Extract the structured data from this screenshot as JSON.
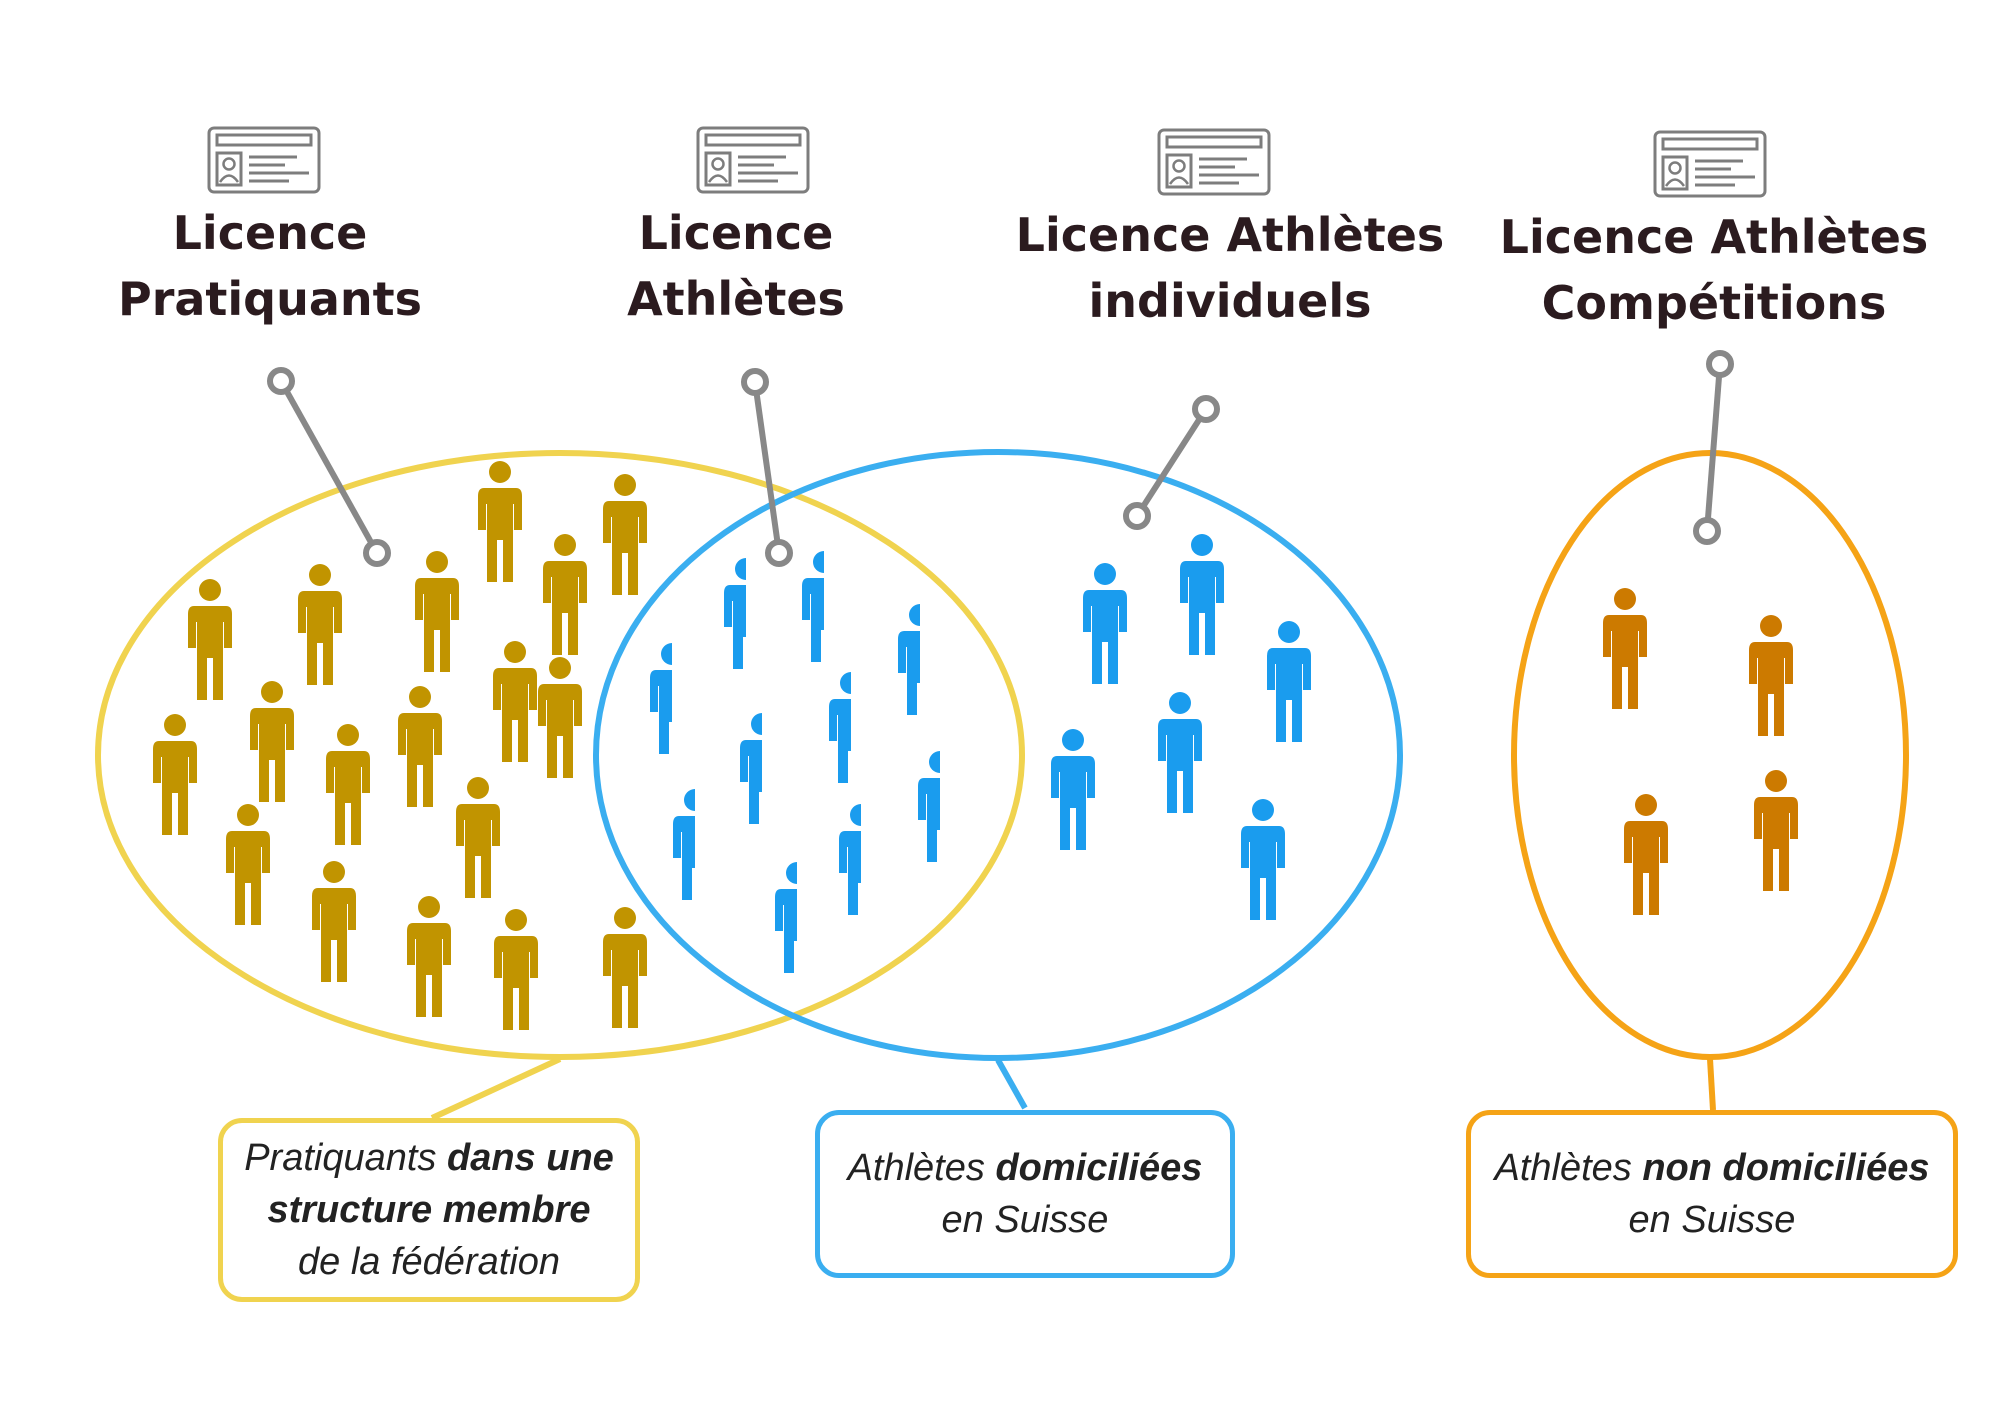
{
  "colors": {
    "pratiquants": "#f0d34f",
    "athletes": "#3aaef0",
    "competitions": "#f5a316",
    "person_gold": "#c19400",
    "person_blue": "#1a9cee",
    "person_orange": "#cc7a00",
    "connector": "#888888",
    "title_text": "#2b1b1f"
  },
  "titles": [
    {
      "line1": "Licence",
      "line2": "Pratiquants"
    },
    {
      "line1": "Licence",
      "line2": "Athlètes"
    },
    {
      "line1": "Licence Athlètes",
      "line2": "individuels"
    },
    {
      "line1": "Licence Athlètes",
      "line2": "Compétitions"
    }
  ],
  "labels": {
    "pratiquants": {
      "pre": "Pratiquants ",
      "bold1": "dans une",
      "bold2": "structure membre",
      "post": "de la fédération"
    },
    "domiciliees": {
      "pre": "Athlètes ",
      "bold": "domiciliées",
      "post": "en Suisse"
    },
    "non_domiciliees": {
      "pre": "Athlètes ",
      "bold": "non domiciliées",
      "post": "en Suisse"
    }
  },
  "icons": [
    "licence-card-icon",
    "person-icon"
  ]
}
